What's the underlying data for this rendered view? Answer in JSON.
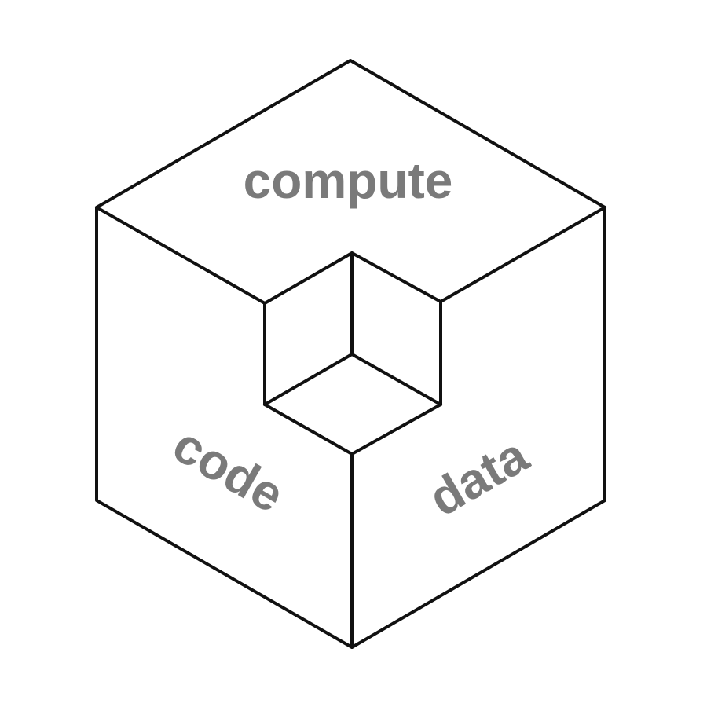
{
  "labels": {
    "top": "compute",
    "left": "code",
    "right": "data"
  },
  "colors": {
    "line": "#111111",
    "label": "#7a7a7a",
    "background": "#ffffff"
  }
}
